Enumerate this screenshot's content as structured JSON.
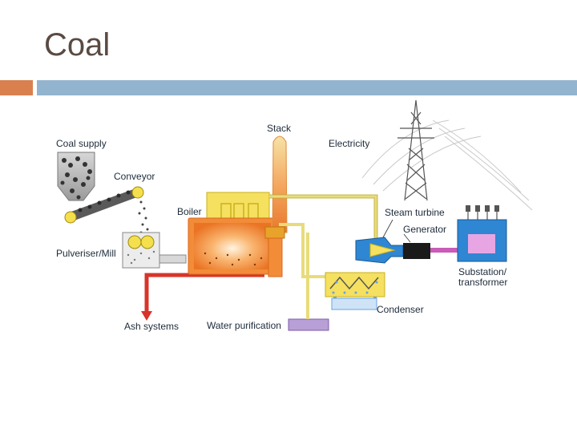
{
  "slide": {
    "title": "Coal",
    "colors": {
      "accent": "#d9804e",
      "title_bar": "#92b4cf",
      "title_text": "#5a4a42"
    }
  },
  "diagram": {
    "labels": {
      "coal_supply": "Coal supply",
      "conveyor": "Conveyor",
      "pulveriser": "Pulveriser/Mill",
      "boiler": "Boiler",
      "stack": "Stack",
      "electricity": "Electricity",
      "steam_turbine": "Steam turbine",
      "generator": "Generator",
      "substation_line1": "Substation/",
      "substation_line2": "transformer",
      "condenser": "Condenser",
      "water_purification": "Water purification",
      "ash_systems": "Ash systems"
    },
    "colors": {
      "boiler": "#f28c38",
      "boiler_frame": "#f5e060",
      "steam_pipe": "#e8dc7a",
      "turbine": "#2f86d2",
      "generator": "#1a1a1a",
      "substation": "#2f86d2",
      "substation_core": "#e7a6e3",
      "water_purification": "#b89fd6",
      "ash_pipe": "#d7342a",
      "condenser_pipe": "#6aa3e0"
    }
  }
}
